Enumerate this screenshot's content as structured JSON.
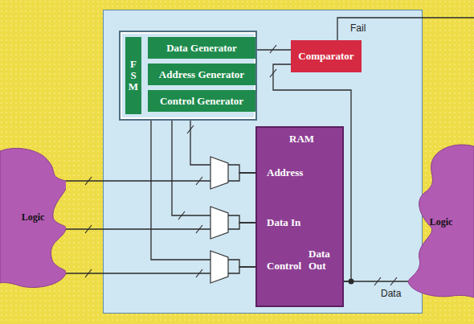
{
  "diagram": {
    "nodes": [
      {
        "text": [
          "FSM"
        ]
      },
      {
        "text": [
          "Data Generator"
        ],
        "in": 0
      },
      {
        "text": [
          "Address Generator"
        ],
        "in": 0
      },
      {
        "text": [
          "Control Generator"
        ],
        "in": 0
      },
      {
        "text": [
          "Comparator"
        ]
      },
      {
        "text": [
          "RAM",
          "Address",
          "Data In",
          "Control",
          "Data Out"
        ]
      },
      {
        "text": [
          "Logic"
        ]
      },
      {
        "text": [
          "Logic"
        ]
      }
    ],
    "edges": [
      {
        "from": 1,
        "to": 4,
        "arrow": "none"
      },
      {
        "from": 5,
        "to": 4,
        "arrow": "none"
      },
      {
        "from": 5,
        "to": 7,
        "arrow": "none"
      },
      {
        "from": 6,
        "to": 5,
        "arrow": "none"
      },
      {
        "from": 6,
        "to": 5,
        "arrow": "none"
      },
      {
        "from": 6,
        "to": 5,
        "arrow": "none"
      },
      {
        "from": 0,
        "to": 5,
        "arrow": "none"
      },
      {
        "from": 0,
        "to": 5,
        "arrow": "none"
      },
      {
        "from": 0,
        "to": 5,
        "arrow": "none"
      }
    ],
    "labels": [
      "Fail",
      "Data"
    ]
  }
}
